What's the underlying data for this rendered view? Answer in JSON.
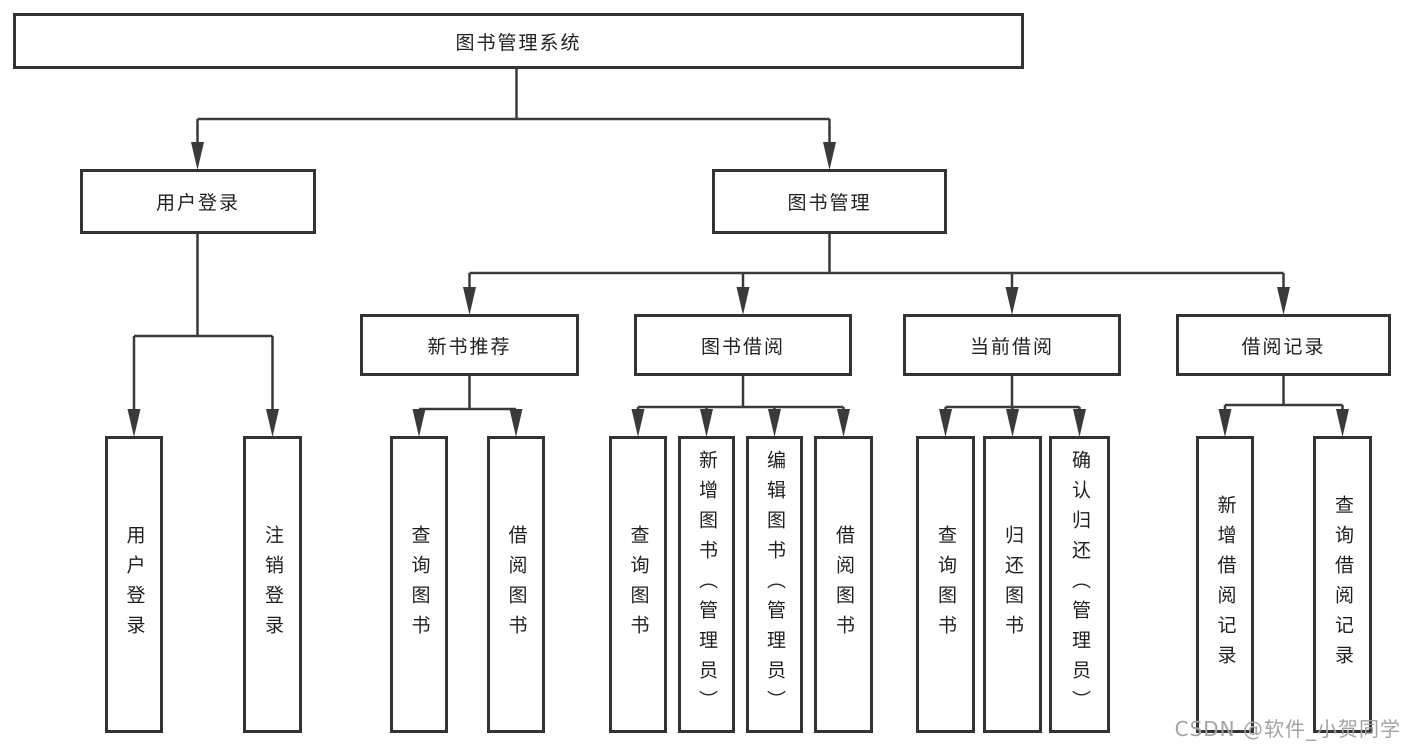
{
  "palette": {
    "background": "#ffffff",
    "line_color": "#3a3a3a",
    "box_border_color": "#333333",
    "box_fill": "#ffffff",
    "text_color": "#1f1f1f",
    "watermark_color": "#a3a3a3"
  },
  "watermark": {
    "text": "CSDN @软件_小贺同学"
  },
  "tree": {
    "label": "图书管理系统",
    "children": [
      {
        "label": "用户登录",
        "children": [
          {
            "label": "用户登录"
          },
          {
            "label": "注销登录"
          }
        ]
      },
      {
        "label": "图书管理",
        "children": [
          {
            "label": "新书推荐",
            "children": [
              {
                "label": "查询图书"
              },
              {
                "label": "借阅图书"
              }
            ]
          },
          {
            "label": "图书借阅",
            "children": [
              {
                "label": "查询图书"
              },
              {
                "label": "新增图书（管理员）"
              },
              {
                "label": "编辑图书（管理员）"
              },
              {
                "label": "借阅图书"
              }
            ]
          },
          {
            "label": "当前借阅",
            "children": [
              {
                "label": "查询图书"
              },
              {
                "label": "归还图书"
              },
              {
                "label": "确认归还（管理员）"
              }
            ]
          },
          {
            "label": "借阅记录",
            "children": [
              {
                "label": "新增借阅记录"
              },
              {
                "label": "查询借阅记录"
              }
            ]
          }
        ]
      }
    ]
  }
}
